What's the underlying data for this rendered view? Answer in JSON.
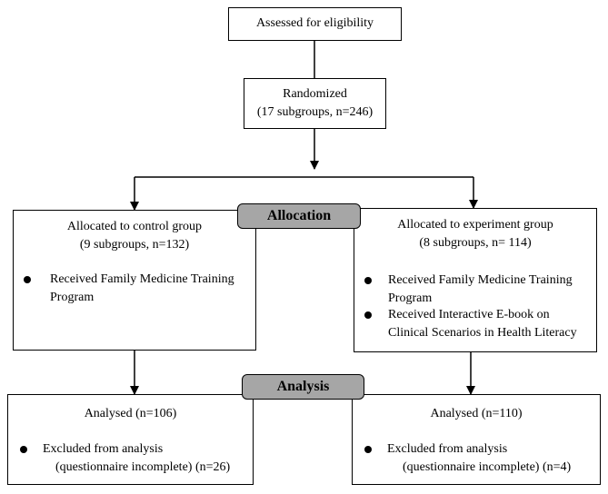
{
  "assessed": {
    "label": "Assessed for eligibility"
  },
  "randomized": {
    "label": "Randomized",
    "detail": "(17 subgroups, n=246)"
  },
  "allocation": {
    "label": "Allocation"
  },
  "analysis": {
    "label": "Analysis"
  },
  "control": {
    "title": "Allocated to control group",
    "detail": "(9 subgroups, n=132)",
    "bullets": [
      {
        "line1": "Received Family Medicine Training",
        "line2": "Program"
      }
    ]
  },
  "experiment": {
    "title": "Allocated to experiment group",
    "detail": "(8 subgroups, n= 114)",
    "bullets": [
      {
        "line1": "Received Family Medicine Training",
        "line2": "Program"
      },
      {
        "line1": "Received Interactive E-book on",
        "line2": "Clinical Scenarios in Health Literacy"
      }
    ]
  },
  "control_analysis": {
    "title": "Analysed  (n=106)",
    "bullet_line1": "Excluded from analysis",
    "bullet_line2": "(questionnaire incomplete) (n=26)"
  },
  "experiment_analysis": {
    "title": "Analysed  (n=110)",
    "bullet_line1": "Excluded from analysis",
    "bullet_line2": "(questionnaire incomplete) (n=4)"
  }
}
